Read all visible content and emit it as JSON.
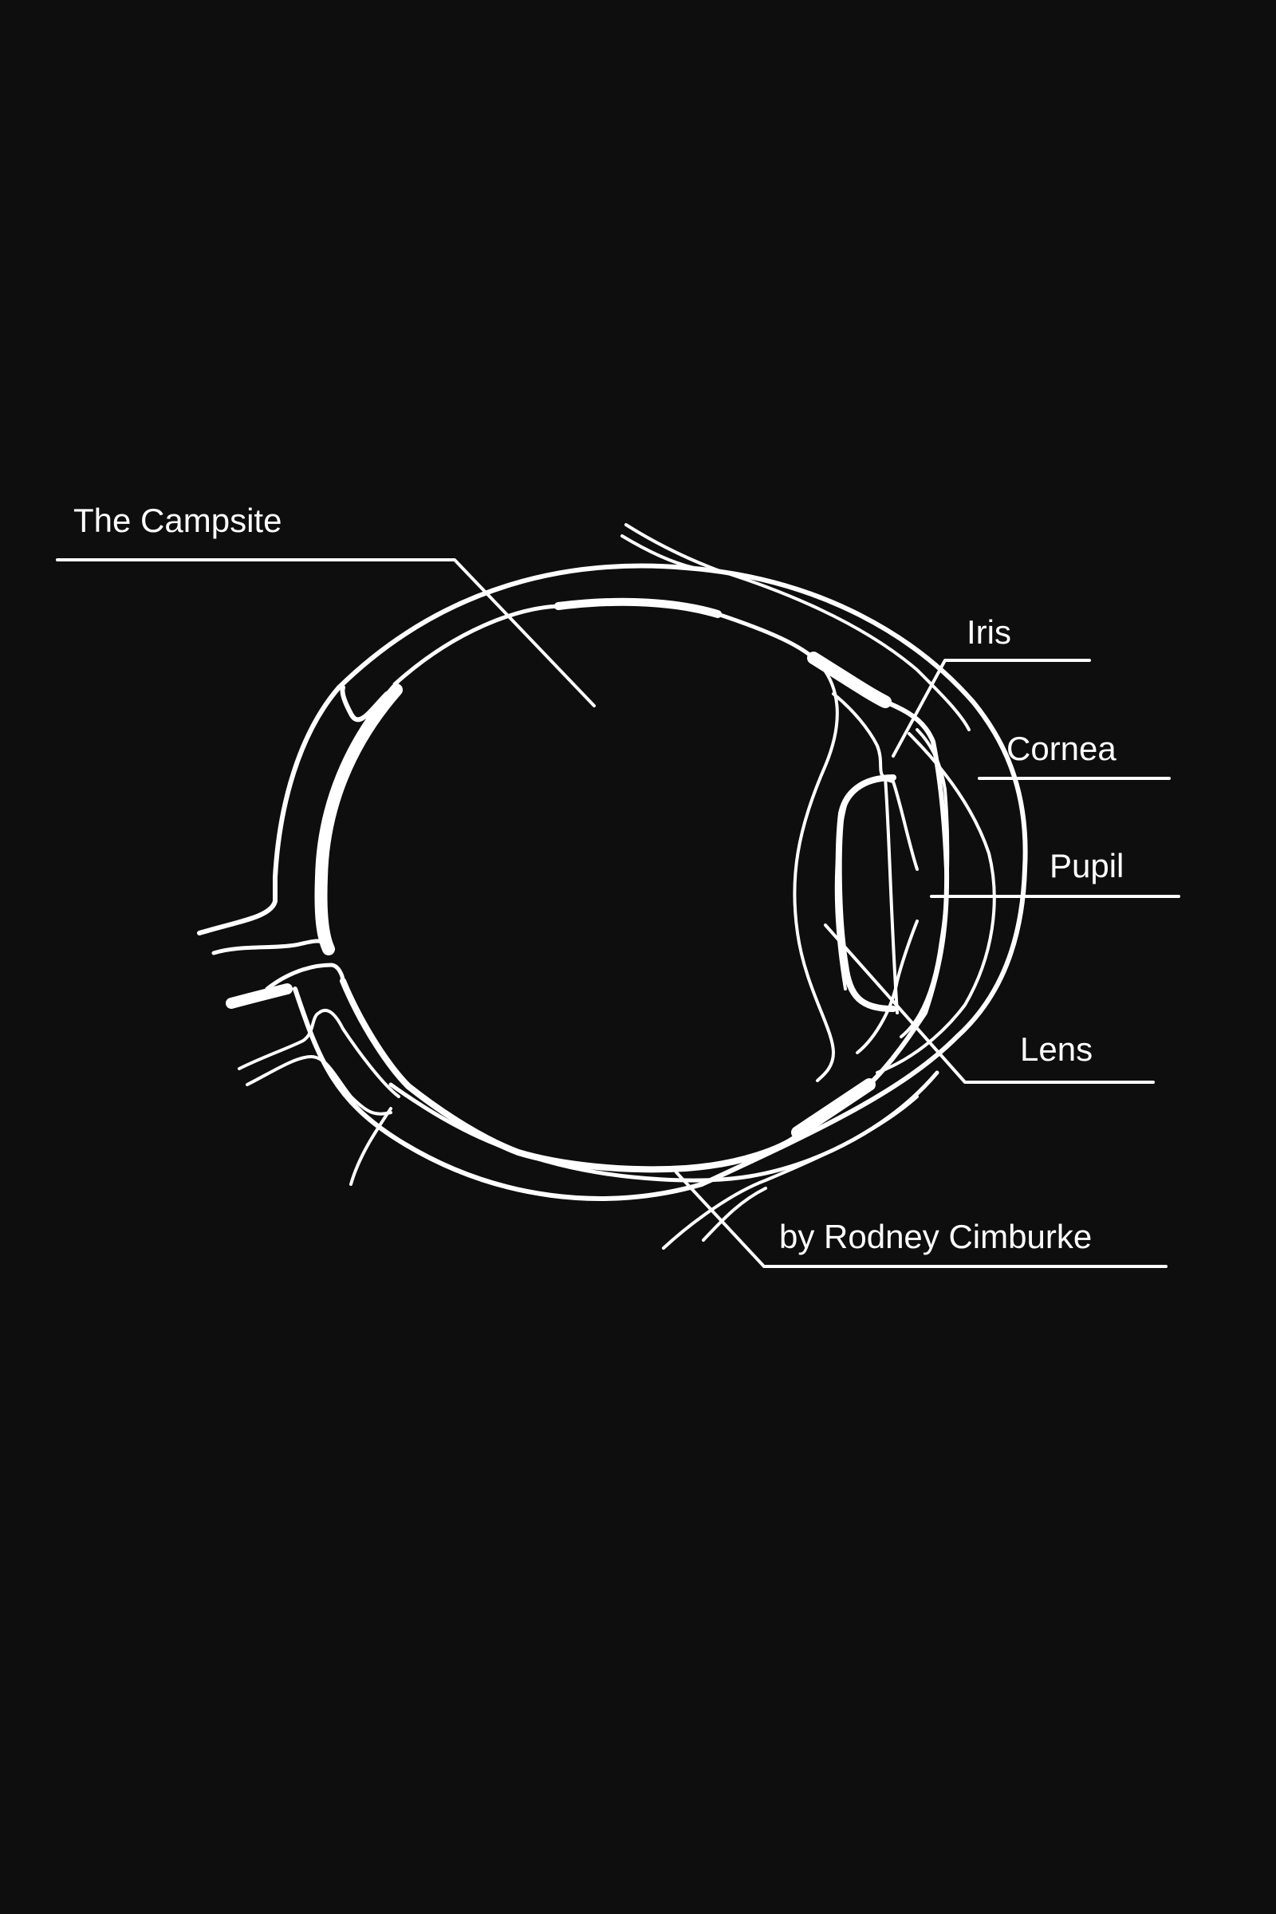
{
  "cover": {
    "title": "The Campsite",
    "author": "by Rodney Cimburke",
    "background_color": "#0e0e0e",
    "line_color": "#ffffff"
  },
  "diagram": {
    "subject": "eye-cross-section-icon",
    "labels": {
      "iris": "Iris",
      "cornea": "Cornea",
      "pupil": "Pupil",
      "lens": "Lens"
    }
  }
}
